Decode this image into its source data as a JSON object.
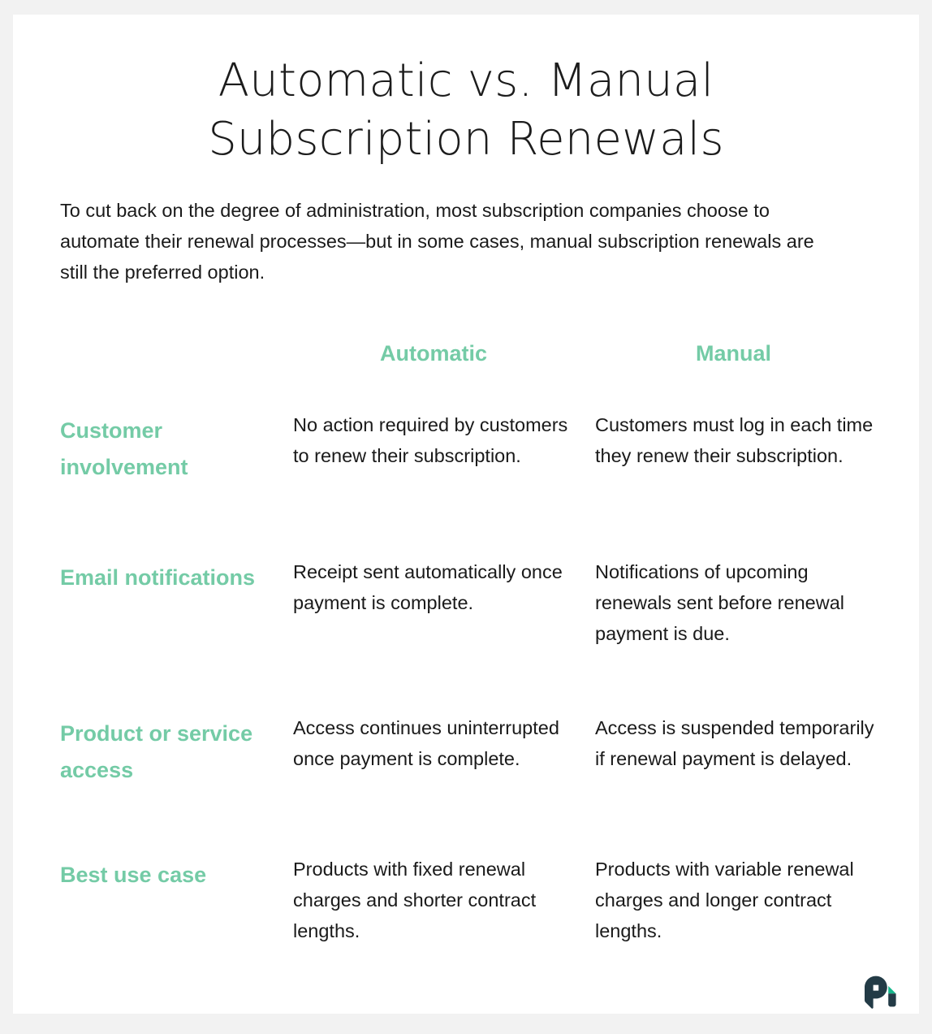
{
  "page": {
    "title_lines": [
      "Automatic vs. Manual",
      "Subscription Renewals"
    ],
    "intro": "To cut back on the degree of administration, most subscription companies choose to automate their renewal processes—but in some cases, manual subscription renewals are still the preferred option."
  },
  "colors": {
    "accent_green": "#74cba6",
    "logo_dark": "#233b46",
    "logo_teal": "#17b78c",
    "text": "#1a1a1a",
    "page_background": "#f2f2f2",
    "card_background": "#ffffff"
  },
  "table": {
    "headers": {
      "label": "",
      "automatic": "Automatic",
      "manual": "Manual"
    },
    "rows": [
      {
        "label": "Customer involvement",
        "automatic": "No action required by customers to renew their subscription.",
        "manual": "Customers must log in each time they renew their subscription."
      },
      {
        "label": "Email notifications",
        "automatic": "Receipt sent automatically once payment is complete.",
        "manual": "Notifications of upcoming renewals sent before renewal payment is due."
      },
      {
        "label": "Product or service access",
        "automatic": "Access continues uninterrupted once payment is complete.",
        "manual": "Access is suspended temporarily if renewal payment is delayed."
      },
      {
        "label": "Best use case",
        "automatic": "Products with fixed renewal charges and shorter contract lengths.",
        "manual": "Products with variable renewal charges and longer contract lengths."
      }
    ]
  },
  "logo": {
    "name": "paddle-logo",
    "alt": "P logo"
  }
}
